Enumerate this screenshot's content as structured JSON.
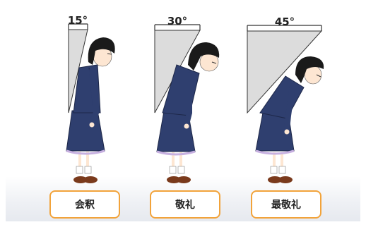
{
  "bows": [
    {
      "angle_label": "15°",
      "name": "会釈",
      "angle_deg": 15
    },
    {
      "angle_label": "30°",
      "name": "敬礼",
      "angle_deg": 30
    },
    {
      "angle_label": "45°",
      "name": "最敬礼",
      "angle_deg": 45
    }
  ],
  "colors": {
    "uniform": "#2f3f6f",
    "uniform_light": "#4a5b8f",
    "skirt_trim": "#c7b0e0",
    "hair": "#1a1a1a",
    "skin": "#fde6d2",
    "shoe": "#7a3a1c",
    "sock": "#ffffff",
    "wedge": "#dcdcdc",
    "button_border": "#f2a33a"
  }
}
